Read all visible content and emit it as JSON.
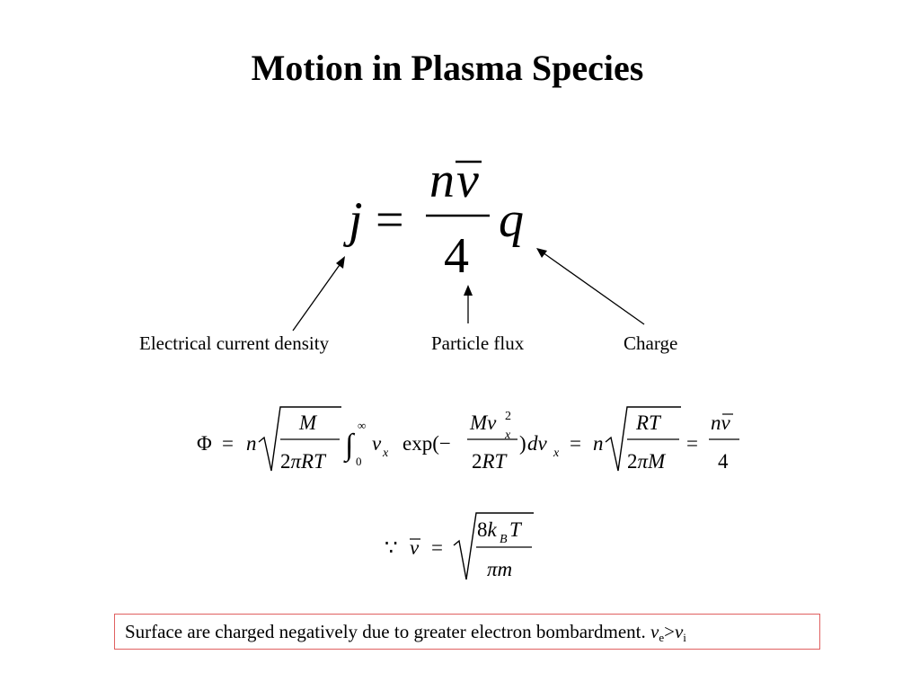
{
  "slide": {
    "title": "Motion in Plasma Species",
    "labels": {
      "current_density": "Electrical current density",
      "particle_flux": "Particle flux",
      "charge": "Charge"
    },
    "note": {
      "text": "Surface are charged negatively due to greater electron bombardment.",
      "v": "v",
      "e": "e",
      "gt": ">",
      "i": "i"
    }
  }
}
